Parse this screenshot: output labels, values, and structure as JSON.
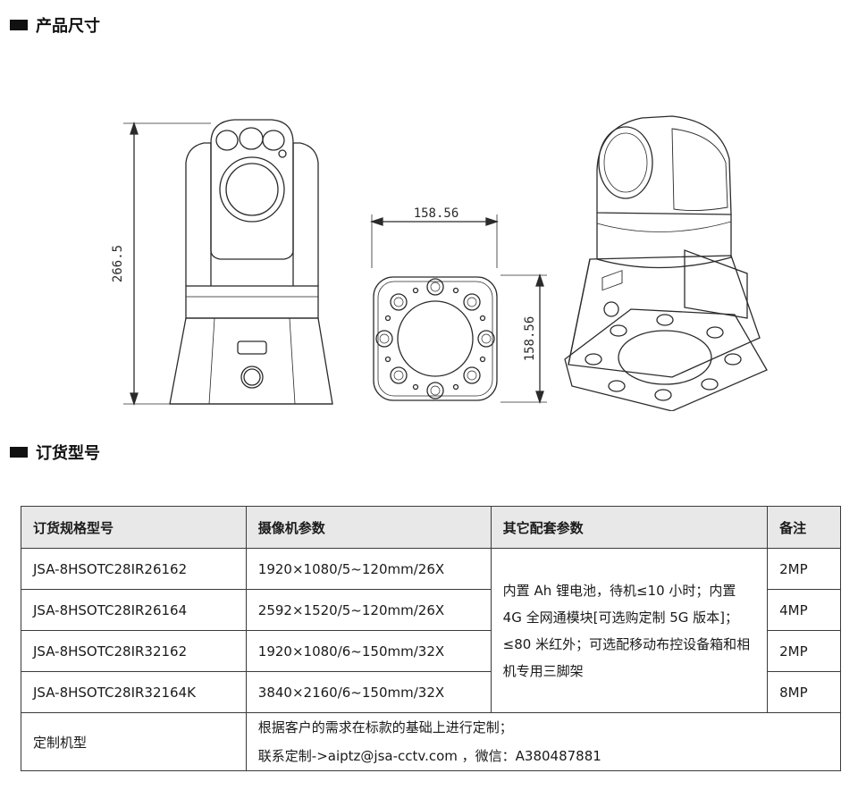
{
  "sections": {
    "dimensions_title": "产品尺寸",
    "ordering_title": "订货型号"
  },
  "dimensions": {
    "front_height": "266.5",
    "bottom_width": "158.56",
    "bottom_height": "158.56"
  },
  "table": {
    "headers": [
      "订货规格型号",
      "摄像机参数",
      "其它配套参数",
      "备注"
    ],
    "rows": [
      {
        "model": "JSA-8HSOTC28IR26162",
        "camera": "1920×1080/5~120mm/26X",
        "note": "2MP"
      },
      {
        "model": "JSA-8HSOTC28IR26164",
        "camera": "2592×1520/5~120mm/26X",
        "note": "4MP"
      },
      {
        "model": "JSA-8HSOTC28IR32162",
        "camera": "1920×1080/6~150mm/32X",
        "note": "2MP"
      },
      {
        "model": "JSA-8HSOTC28IR32164K",
        "camera": "3840×2160/6~150mm/32X",
        "note": "8MP"
      }
    ],
    "other_params": "内置 Ah 锂电池，待机≤10 小时；内置 4G 全网通模块[可选购定制 5G 版本]；≤80 米红外；可选配移动布控设备箱和相机专用三脚架",
    "custom_label": "定制机型",
    "custom_line1": "根据客户的需求在标款的基础上进行定制；",
    "custom_line2": "联系定制->aiptz@jsa-cctv.com ，微信：A380487881"
  }
}
